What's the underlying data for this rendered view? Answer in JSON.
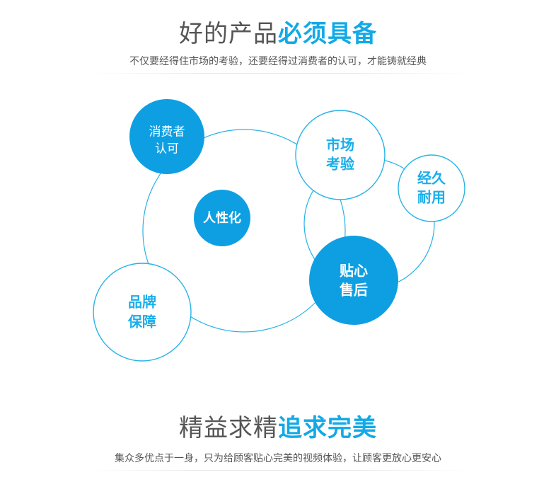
{
  "section_top": {
    "title_plain": "好的产品",
    "title_highlight": "必须具备",
    "subtitle": "不仅要经得住市场的考验，还要经得过消费者的认可，才能铸就经典"
  },
  "diagram": {
    "nodes": {
      "consumer_approval": {
        "line1": "消费者",
        "line2": "认可"
      },
      "market_test": {
        "line1": "市场",
        "line2": "考验"
      },
      "durable": {
        "line1": "经久",
        "line2": "耐用"
      },
      "humanized": {
        "line1": "人性化"
      },
      "after_sales": {
        "line1": "贴心",
        "line2": "售后"
      },
      "brand_guarantee": {
        "line1": "品牌",
        "line2": "保障"
      }
    },
    "colors": {
      "accent": "#12a9e6",
      "filled_node": "#0e9fe3",
      "ring": "#27b3e6",
      "text_gray": "#555555"
    }
  },
  "section_bottom": {
    "title_plain": "精益求精",
    "title_highlight": "追求完美",
    "subtitle": "集众多优点于一身，只为给顾客贴心完美的视频体验，让顾客更放心更安心"
  }
}
